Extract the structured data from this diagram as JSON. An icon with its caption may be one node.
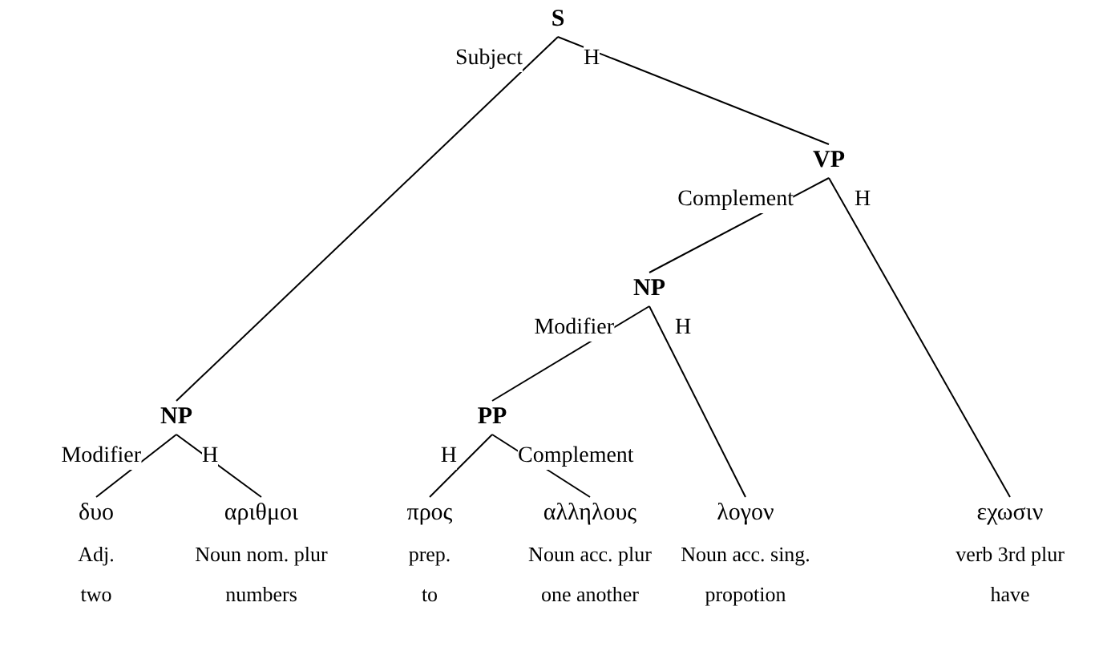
{
  "diagram": {
    "nodes": [
      {
        "text": [
          "S"
        ]
      },
      {
        "text": [
          "VP"
        ]
      },
      {
        "text": [
          "NP"
        ]
      },
      {
        "text": [
          "NP"
        ]
      },
      {
        "text": [
          "PP"
        ]
      },
      {
        "text": [
          "δυο",
          "Adj.",
          "two"
        ]
      },
      {
        "text": [
          "αριθμοι",
          "Noun nom. plur",
          "numbers"
        ]
      },
      {
        "text": [
          "προς",
          "prep.",
          "to"
        ]
      },
      {
        "text": [
          "αλληλους",
          "Noun acc. plur",
          "one another"
        ]
      },
      {
        "text": [
          "λογον",
          "Noun acc. sing.",
          "propotion"
        ]
      },
      {
        "text": [
          "εχωσιν",
          "verb 3rd plur",
          "have"
        ]
      }
    ],
    "edges": [
      {
        "from": 0,
        "to": 3,
        "arrow": "none",
        "label": "Subject"
      },
      {
        "from": 0,
        "to": 1,
        "arrow": "none",
        "label": "H"
      },
      {
        "from": 1,
        "to": 2,
        "arrow": "none",
        "label": "Complement"
      },
      {
        "from": 1,
        "to": 10,
        "arrow": "none",
        "label": "H"
      },
      {
        "from": 2,
        "to": 4,
        "arrow": "none",
        "label": "Modifier"
      },
      {
        "from": 2,
        "to": 9,
        "arrow": "none",
        "label": "H"
      },
      {
        "from": 3,
        "to": 5,
        "arrow": "none",
        "label": "Modifier"
      },
      {
        "from": 3,
        "to": 6,
        "arrow": "none",
        "label": "H"
      },
      {
        "from": 4,
        "to": 7,
        "arrow": "none",
        "label": "H"
      },
      {
        "from": 4,
        "to": 8,
        "arrow": "none",
        "label": "Complement"
      }
    ]
  }
}
